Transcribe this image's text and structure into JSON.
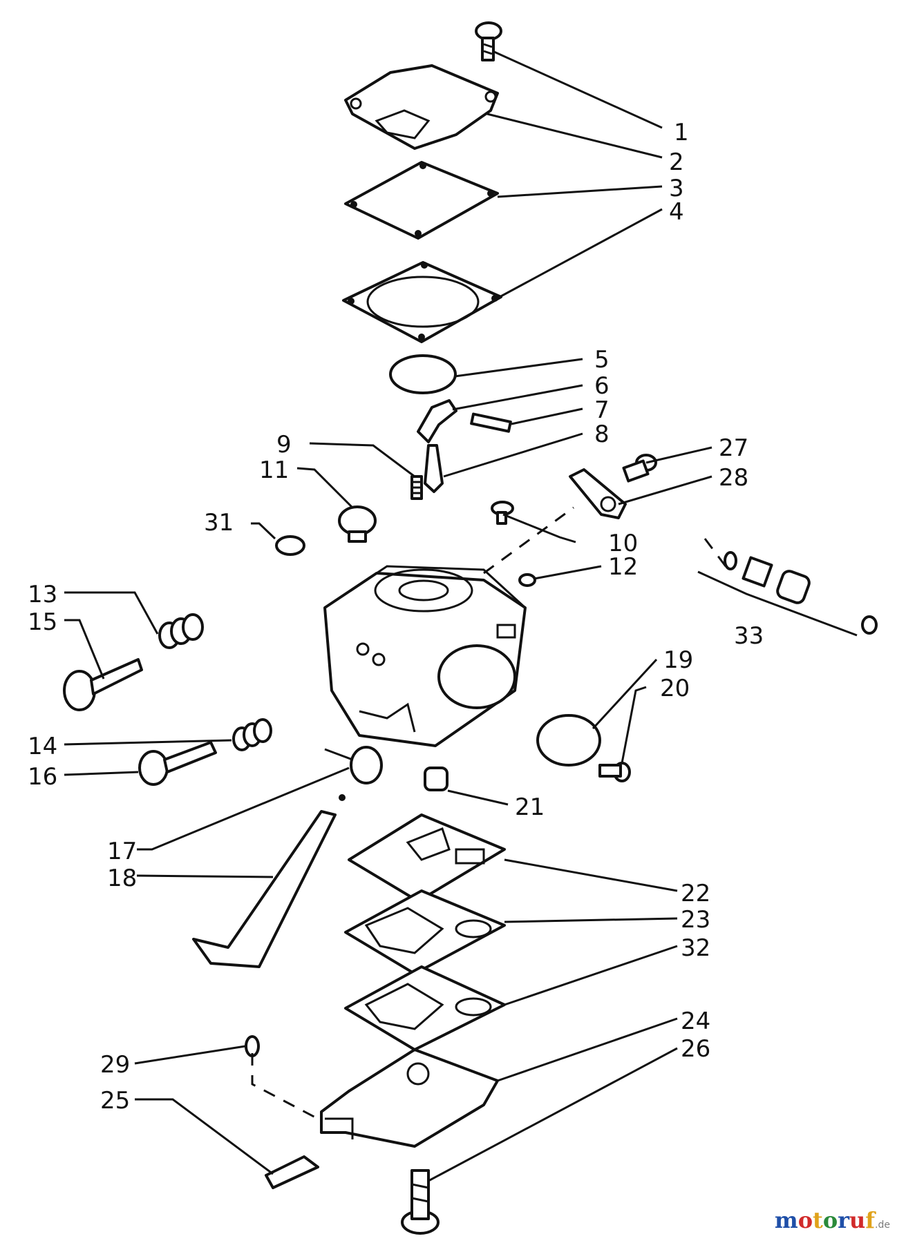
{
  "diagram": {
    "part_numbers": [
      "1",
      "2",
      "3",
      "4",
      "5",
      "6",
      "7",
      "8",
      "9",
      "10",
      "11",
      "12",
      "13",
      "14",
      "15",
      "16",
      "17",
      "18",
      "19",
      "20",
      "21",
      "22",
      "23",
      "24",
      "25",
      "26",
      "27",
      "28",
      "29",
      "31",
      "32",
      "33"
    ]
  },
  "watermark": {
    "letters": [
      {
        "ch": "m",
        "color": "#1f4fa8"
      },
      {
        "ch": "o",
        "color": "#d12a2a"
      },
      {
        "ch": "t",
        "color": "#e0a21a"
      },
      {
        "ch": "o",
        "color": "#2a8a3a"
      },
      {
        "ch": "r",
        "color": "#1f4fa8"
      },
      {
        "ch": "u",
        "color": "#d12a2a"
      },
      {
        "ch": "f",
        "color": "#e0a21a"
      }
    ],
    "suffix": ".de"
  }
}
